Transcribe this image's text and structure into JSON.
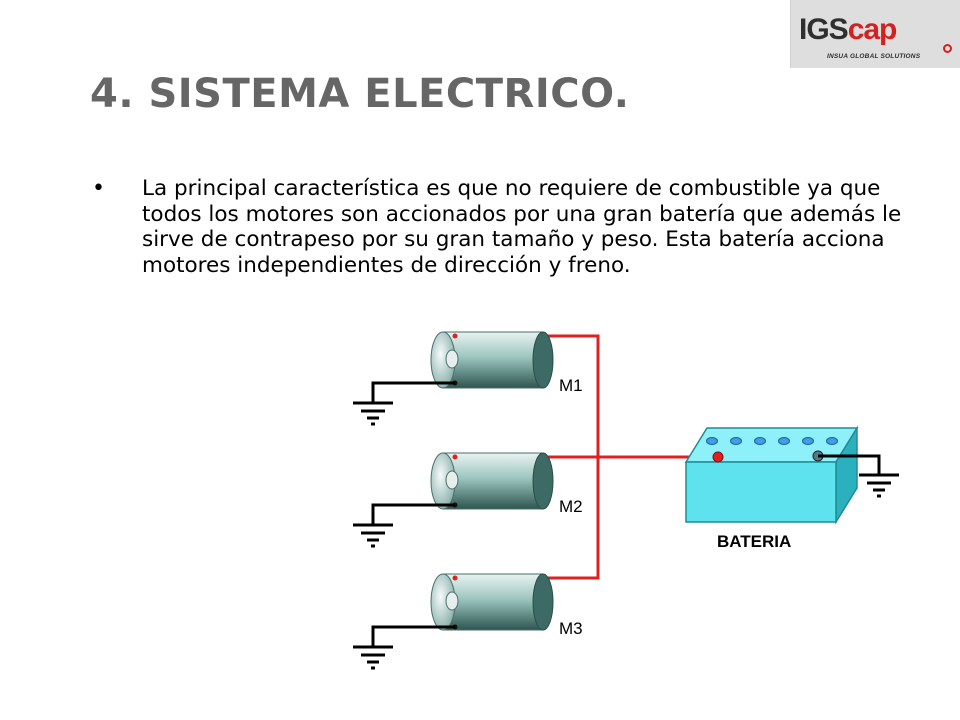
{
  "logo": {
    "prefix": "IGS",
    "suffix": "cap",
    "tagline": "INSUA GLOBAL SOLUTIONS"
  },
  "slide": {
    "title": "4. SISTEMA ELECTRICO.",
    "bullet_marker": "•",
    "bullet_text": "La principal característica es que no requiere de combustible ya que todos los motores son accionados por una gran batería que además le sirve de contrapeso por su gran tamaño y peso. Esta batería acciona motores independientes de dirección y freno."
  },
  "diagram": {
    "motors": [
      {
        "label": "M1"
      },
      {
        "label": "M2"
      },
      {
        "label": "M3"
      }
    ],
    "battery_label": "BATERIA",
    "colors": {
      "wire_positive": "#e02020",
      "wire_ground": "#000000",
      "motor_body": "#8ebcb6",
      "battery_front": "#5ee3ee",
      "battery_top": "#8ef0f8",
      "battery_side": "#2bb0bd"
    }
  }
}
